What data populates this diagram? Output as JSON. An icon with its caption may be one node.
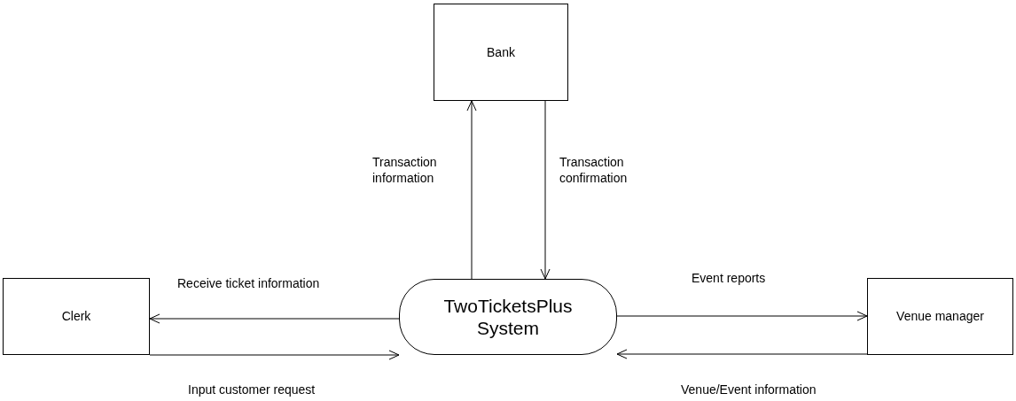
{
  "diagram": {
    "nodes": [
      {
        "text": [
          "Bank"
        ]
      },
      {
        "text": [
          "Clerk"
        ]
      },
      {
        "text": [
          "TwoTicketsPlus System"
        ]
      },
      {
        "text": [
          "Venue manager"
        ]
      }
    ],
    "edges": [
      {
        "from": 2,
        "to": 0,
        "arrow": "to",
        "label": "Transaction information"
      },
      {
        "from": 0,
        "to": 2,
        "arrow": "to",
        "label": "Transaction confirmation"
      },
      {
        "from": 2,
        "to": 1,
        "arrow": "to",
        "label": "Receive ticket information"
      },
      {
        "from": 1,
        "to": 2,
        "arrow": "to",
        "label": "Input customer request"
      },
      {
        "from": 2,
        "to": 3,
        "arrow": "to",
        "label": "Event reports"
      },
      {
        "from": 3,
        "to": 2,
        "arrow": "to",
        "label": "Venue/Event information"
      }
    ]
  }
}
